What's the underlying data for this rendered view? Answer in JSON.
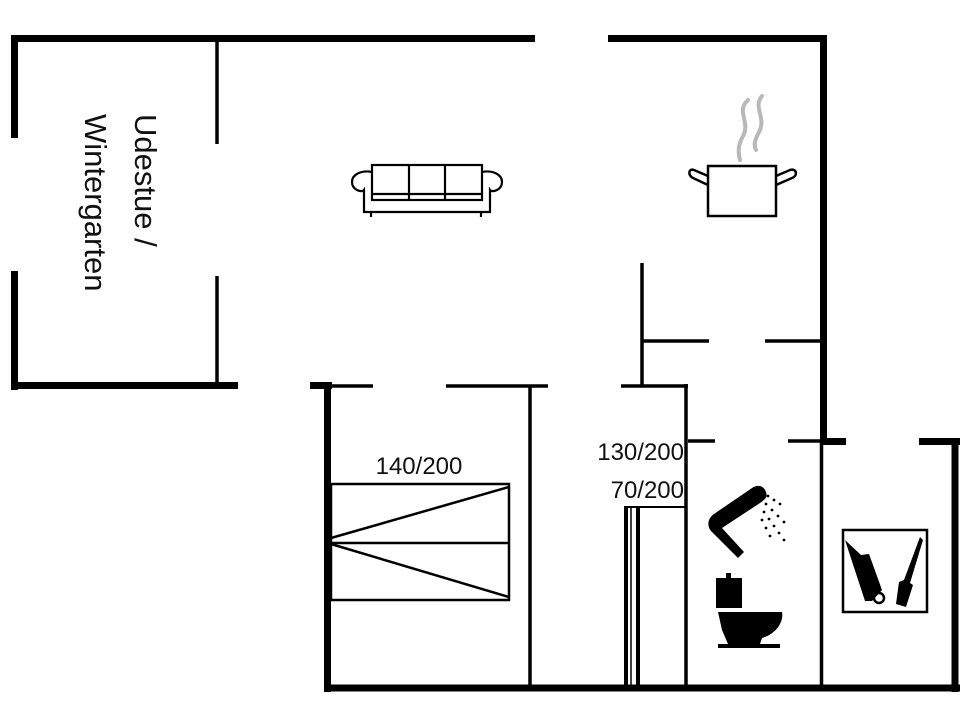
{
  "floorplan": {
    "rooms": {
      "conservatory": {
        "label_line1": "Udestue /",
        "label_line2": "Wintergarten"
      },
      "living_room": {
        "icon": "sofa-icon"
      },
      "kitchen": {
        "icon": "cooking-pot-icon"
      },
      "bedroom_1": {
        "bed_label": "140/200",
        "icon": "double-bed-icon"
      },
      "bedroom_2": {
        "bed_label_1": "130/200",
        "bed_label_2": "70/200",
        "icon": "bunk-bed-icon"
      },
      "bathroom": {
        "icons": [
          "shower-icon",
          "toilet-icon"
        ]
      },
      "utility_room": {
        "icon": "laundry-utility-icon"
      }
    },
    "colors": {
      "wall": "#000000",
      "background": "#ffffff",
      "steam": "#b8b8b8"
    }
  }
}
